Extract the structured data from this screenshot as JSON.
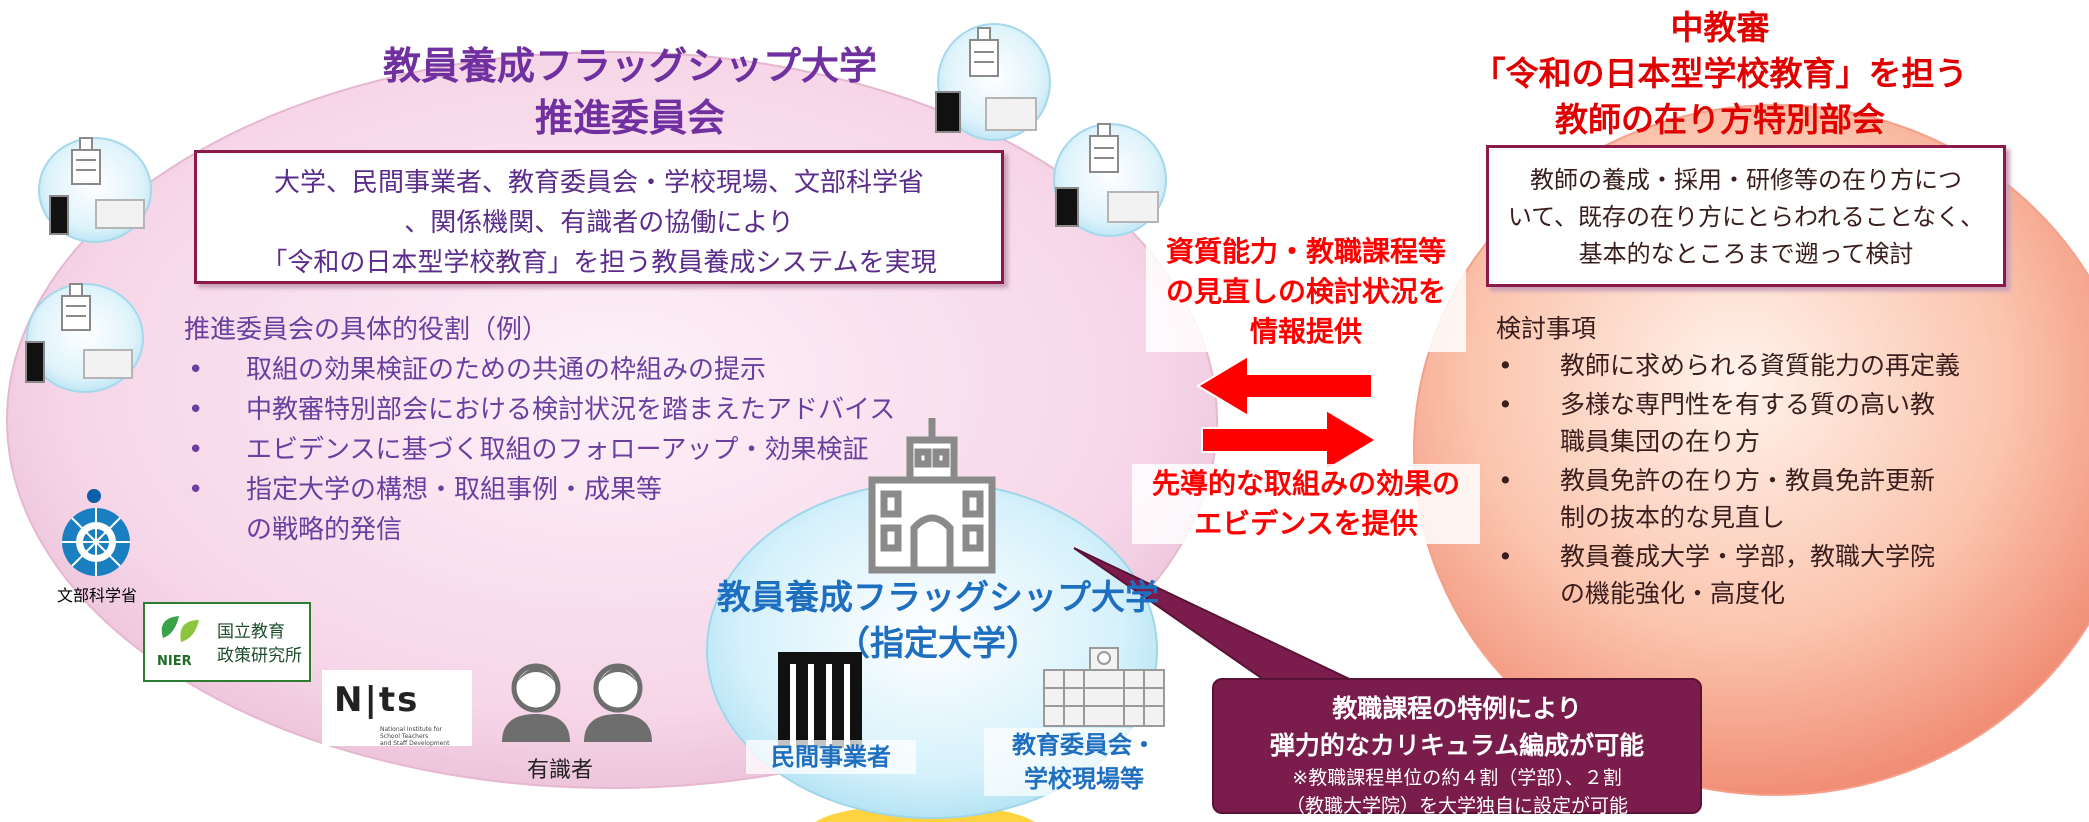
{
  "colors": {
    "purple_title": "#7030a0",
    "blue_title": "#1f6fc0",
    "red_title": "#e00000",
    "arrow_red": "#ff0000",
    "callout_bg": "#7b1d4c",
    "box_border": "#8b1a4a"
  },
  "left": {
    "title_line1": "教員養成フラッグシップ大学",
    "title_line2": "推進委員会",
    "box": {
      "line1": "大学、民間事業者、教育委員会・学校現場、文部科学省",
      "line2": "、関係機関、有識者の協働により",
      "line3": "「令和の日本型学校教育」を担う教員養成システムを実現"
    },
    "roles_heading": "推進委員会の具体的役割（例）",
    "roles": [
      "取組の効果検証のための共通の枠組みの提示",
      "中教審特別部会における検討状況を踏まえたアドバイス",
      "エビデンスに基づく取組のフォローアップ・効果検証",
      "指定大学の構想・取組事例・成果等",
      "の戦略的発信"
    ],
    "logo_mext": "文部科学省",
    "logo_niep_en": "NIER",
    "logo_niep_line1": "国立教育",
    "logo_niep_line2": "政策研究所",
    "logo_nits": "N|ts",
    "logo_nits_sub1": "National Institute for",
    "logo_nits_sub2": "School Teachers",
    "logo_nits_sub3": "and Staff Development",
    "experts_label": "有識者"
  },
  "center": {
    "title_line1": "教員養成フラッグシップ大学",
    "title_line2": "（指定大学）",
    "private_label": "民間事業者",
    "board_line1": "教育委員会・",
    "board_line2": "学校現場等"
  },
  "right": {
    "title_line1": "中教審",
    "title_line2": "「令和の日本型学校教育」を担う",
    "title_line3": "教師の在り方特別部会",
    "box": {
      "line1": "教師の養成・採用・研修等の在り方につ",
      "line2": "いて、既存の在り方にとらわれることなく、",
      "line3": "基本的なところまで遡って検討"
    },
    "items_heading": "検討事項",
    "items": [
      {
        "line1": "教師に求められる資質能力の再定義",
        "line2": ""
      },
      {
        "line1": "多様な専門性を有する質の高い教",
        "line2": "職員集団の在り方"
      },
      {
        "line1": "教員免許の在り方・教員免許更新",
        "line2": "制の抜本的な見直し"
      },
      {
        "line1": "教員養成大学・学部，教職大学院",
        "line2": "の機能強化・高度化"
      }
    ]
  },
  "middle": {
    "top_line1": "資質能力・教職課程等",
    "top_line2": "の見直しの検討状況を",
    "top_line3": "情報提供",
    "bottom_line1": "先導的な取組みの効果の",
    "bottom_line2": "エビデンスを提供"
  },
  "callout": {
    "line1": "教職課程の特例により",
    "line2": "弾力的なカリキュラム編成が可能",
    "note_line1": "※教職課程単位の約４割（学部）、２割",
    "note_line2": "（教職大学院）を大学独自に設定が可能"
  }
}
